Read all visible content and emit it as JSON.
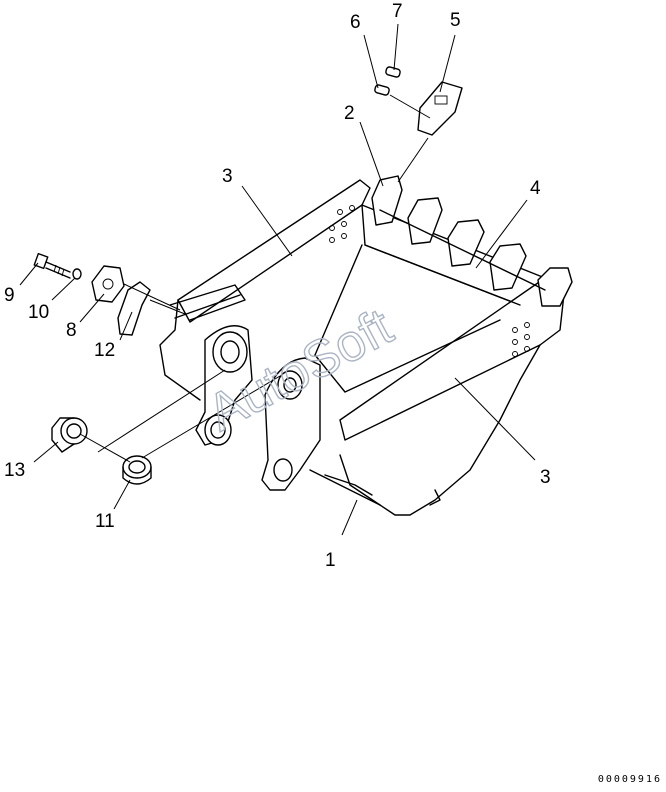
{
  "diagram": {
    "callouts": [
      "1",
      "2",
      "3",
      "3",
      "4",
      "5",
      "6",
      "7",
      "8",
      "9",
      "10",
      "11",
      "12",
      "13"
    ],
    "watermark": "AutoSoft",
    "document_number": "00009916"
  }
}
